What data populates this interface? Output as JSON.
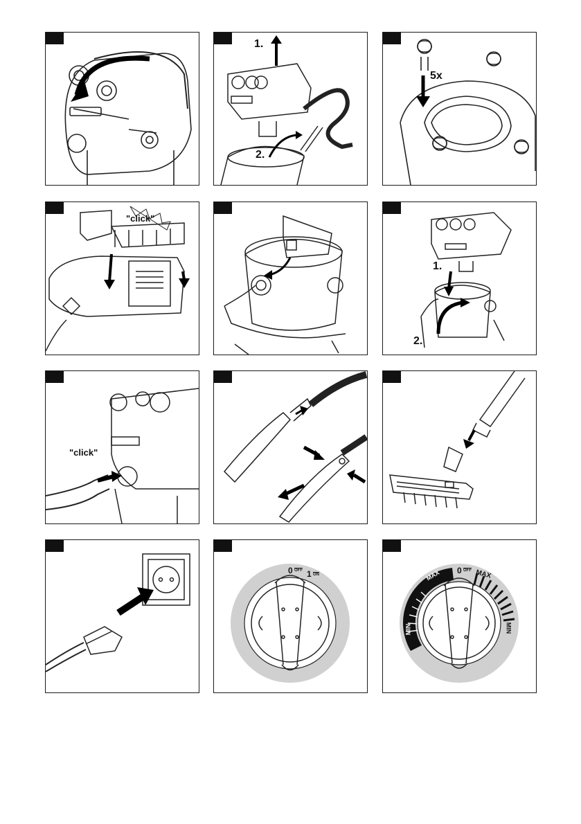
{
  "panels": [
    {
      "id": 1,
      "icon": "vacuum-lid-unlock-icon",
      "labels": {}
    },
    {
      "id": 2,
      "icon": "remove-head-and-hose-icon",
      "labels": {
        "step1": "1.",
        "step2": "2."
      }
    },
    {
      "id": 3,
      "icon": "caster-wheels-icon",
      "labels": {
        "count": "5x"
      }
    },
    {
      "id": 4,
      "icon": "filter-cassette-click-icon",
      "labels": {
        "click": "\"click\""
      }
    },
    {
      "id": 5,
      "icon": "insert-filter-bag-icon",
      "labels": {}
    },
    {
      "id": 6,
      "icon": "attach-head-icon",
      "labels": {
        "step1": "1.",
        "step2": "2."
      }
    },
    {
      "id": 7,
      "icon": "connect-hose-click-icon",
      "labels": {
        "click": "\"click\""
      }
    },
    {
      "id": 8,
      "icon": "hose-handle-connect-icon",
      "labels": {}
    },
    {
      "id": 9,
      "icon": "floor-nozzle-attach-icon",
      "labels": {}
    },
    {
      "id": 10,
      "icon": "plug-into-socket-icon",
      "labels": {}
    },
    {
      "id": 11,
      "icon": "on-off-switch-icon",
      "labels": {
        "off_num": "0",
        "off_txt": "OFF",
        "on_num": "1",
        "on_txt": "ON"
      }
    },
    {
      "id": 12,
      "icon": "suction-regulator-dial-icon",
      "labels": {
        "max_left": "MAX",
        "off_num": "0",
        "off_txt": "OFF",
        "max_right": "MAX",
        "min_left": "MIN",
        "min_right": "MIN"
      }
    }
  ]
}
